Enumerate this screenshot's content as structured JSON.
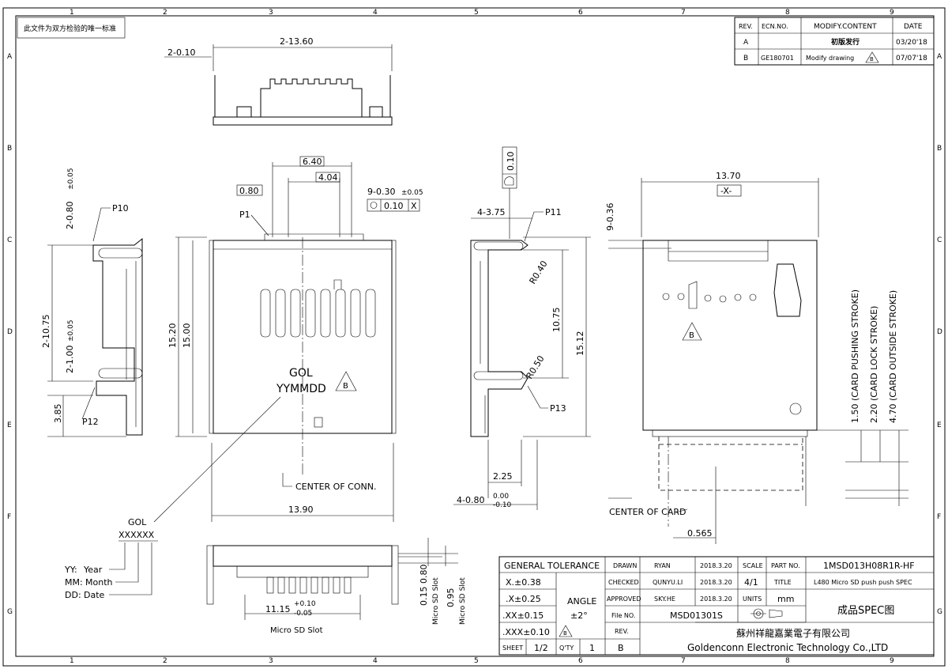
{
  "sheet": {
    "stamp_note": "此文件为双方检验的唯一标准",
    "zone_cols": [
      "1",
      "2",
      "3",
      "4",
      "5",
      "6",
      "7",
      "8",
      "9"
    ],
    "zone_rows": [
      "A",
      "B",
      "C",
      "D",
      "E",
      "F",
      "G"
    ]
  },
  "revision_table": {
    "headers": [
      "REV.",
      "ECN.NO.",
      "MODIFY.CONTENT",
      "DATE"
    ],
    "rows": [
      {
        "rev": "A",
        "ecn": "",
        "content": "初版发行",
        "date": "03/20'18"
      },
      {
        "rev": "B",
        "ecn": "GE180701",
        "content": "Modify drawing",
        "mark": "B",
        "date": "07/07'18"
      }
    ]
  },
  "dimensions": {
    "top_width": "2-13.60",
    "top_offset": "2-0.10",
    "pitch_total": "6.40",
    "pitch_inner": "4.04",
    "pin_width": "0.80",
    "pin_count_width": "9-0.30",
    "pin_count_tol": "±0.05",
    "position_tol_value": "0.10",
    "position_tol_datum": "X",
    "p1": "P1",
    "height_1520": "15.20",
    "height_1500": "15.00",
    "width_1390": "13.90",
    "gol_mark": "GOL",
    "date_mark": "YYMMDD",
    "revision_mark": "B",
    "center_conn": "CENTER OF CONN.",
    "left_pin_top": "2-0.80",
    "left_pin_top_tol": "±0.05",
    "left_height": "2-10.75",
    "left_pin_mid": "2-1.00",
    "left_pin_mid_tol": "±0.05",
    "left_bottom": "3.85",
    "p10": "P10",
    "p12": "P12",
    "mid_4375": "4-3.75",
    "p11": "P11",
    "flat_010": "0.10",
    "r040": "R0.40",
    "r050": "R0.50",
    "h1075": "10.75",
    "h1512": "15.12",
    "p13": "P13",
    "d225": "2.25",
    "d480": "4-0.80",
    "d480_tol_up": "0.00",
    "d480_tol_dn": "-0.10",
    "right_width": "13.70",
    "right_datum": "-X-",
    "right_top": "9-0.36",
    "stroke_push": "1.50 (CARD PUSHING STROKE)",
    "stroke_lock": "2.20 (CARD LOCK STROKE)",
    "stroke_out": "4.70 (CARD OUTSIDE STROKE)",
    "center_card": "CENTER OF CARD",
    "d0565": "0.565",
    "bottom_width": "11.15",
    "bottom_width_tol_up": "+0.10",
    "bottom_width_tol_dn": "-0.05",
    "bottom_caption": "Micro SD Slot",
    "d015": "0.15",
    "d080": "0.80",
    "d095": "0.95",
    "slot_label_a": "Micro SD Slot",
    "slot_label_b": "Micro SD Slot"
  },
  "legend": {
    "code_title": "GOL",
    "code_value": "XXXXXX",
    "items": [
      {
        "key": "YY:",
        "value": "Year"
      },
      {
        "key": "MM:",
        "value": "Month"
      },
      {
        "key": "DD:",
        "value": "Date"
      }
    ]
  },
  "title_block": {
    "general_tolerance": "GENERAL TOLERANCE",
    "tolerances": [
      "X.±0.38",
      ".X±0.25",
      ".XX±0.15",
      ".XXX±0.10"
    ],
    "tol_mark": "B",
    "angle_label": "ANGLE",
    "angle_value": "±2°",
    "drawn_label": "DRAWN",
    "drawn_by": "RYAN",
    "drawn_date": "2018.3.20",
    "checked_label": "CHECKED",
    "checked_by": "QUNYU.LI",
    "checked_date": "2018.3.20",
    "approved_label": "APPROVED",
    "approved_by": "SKY.HE",
    "approved_date": "2018.3.20",
    "scale_label": "SCALE",
    "scale_value": "4/1",
    "title_label": "TITLE",
    "units_label": "UNITS",
    "units_value": "mm",
    "part_label": "PART NO.",
    "part_no": "1MSD013H08R1R-HF",
    "title_value": "L480 Micro SD push push SPEC",
    "spec_title": "成品SPEC图",
    "file_label": "File NO.",
    "file_no": "MSD01301S",
    "rev_label": "REV.",
    "rev_value": "B",
    "sheet_label": "SHEET",
    "sheet_value": "1/2",
    "qty_label": "Q'TY",
    "qty_value": "1",
    "company_cn": "蘇州祥龍嘉業電子有限公司",
    "company_en": "Goldenconn Electronic Technology Co.,LTD"
  }
}
